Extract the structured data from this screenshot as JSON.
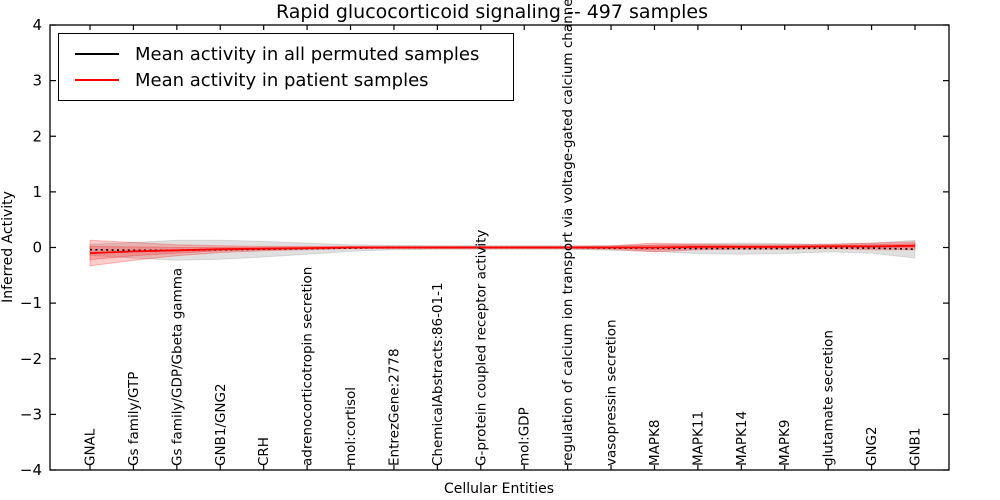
{
  "chart_data": {
    "type": "line",
    "title": "Rapid glucocorticoid signaling -- 497 samples",
    "xlabel": "Cellular Entities",
    "ylabel": "Inferred Activity",
    "ylim": [
      -4,
      4
    ],
    "yticks": [
      -4,
      -3,
      -2,
      -1,
      0,
      1,
      2,
      3,
      4
    ],
    "grid": false,
    "legend_position": "upper left",
    "band_note": "shaded bands show spread around each mean line",
    "categories": [
      "GNAL",
      "Gs family/GTP",
      "Gs family/GDP/Gbeta gamma",
      "GNB1/GNG2",
      "CRH",
      "adrenocorticotropin secretion",
      "mol:cortisol",
      "EntrezGene:2778",
      "ChemicalAbstracts:86-01-1",
      "G-protein coupled receptor activity",
      "mol:GDP",
      "regulation of calcium ion transport via voltage-gated calcium channel",
      "vasopressin secretion",
      "MAPK8",
      "MAPK11",
      "MAPK14",
      "MAPK9",
      "glutamate secretion",
      "GNG2",
      "GNB1"
    ],
    "series": [
      {
        "name": "Mean activity in all permuted samples",
        "color": "#000000",
        "linestyle": "dotted",
        "mean": [
          -0.04,
          -0.05,
          -0.05,
          -0.04,
          -0.03,
          -0.02,
          -0.01,
          0,
          0,
          0,
          0,
          0,
          -0.01,
          -0.01,
          -0.02,
          -0.02,
          -0.02,
          -0.01,
          -0.01,
          -0.03
        ],
        "std": [
          0.1,
          0.14,
          0.18,
          0.17,
          0.14,
          0.1,
          0.06,
          0.04,
          0.03,
          0.03,
          0.03,
          0.03,
          0.04,
          0.06,
          0.09,
          0.1,
          0.09,
          0.07,
          0.09,
          0.16
        ]
      },
      {
        "name": "Mean activity in patient samples",
        "color": "#ff0000",
        "linestyle": "solid",
        "mean": [
          -0.1,
          -0.07,
          -0.05,
          -0.03,
          -0.02,
          -0.01,
          0,
          0,
          0,
          0,
          0,
          0,
          0,
          0,
          0.01,
          0.01,
          0.01,
          0.02,
          0.02,
          0.03
        ],
        "std": [
          0.23,
          0.16,
          0.1,
          0.06,
          0.04,
          0.03,
          0.02,
          0.02,
          0.02,
          0.02,
          0.02,
          0.02,
          0.03,
          0.08,
          0.05,
          0.04,
          0.04,
          0.04,
          0.06,
          0.07
        ],
        "inner_band": [
          0.12,
          0.08,
          0.05,
          0.03,
          0.02,
          0.015,
          0.01,
          0.01,
          0.01,
          0.01,
          0.01,
          0.01,
          0.015,
          0.04,
          0.03,
          0.02,
          0.02,
          0.02,
          0.03,
          0.035
        ]
      }
    ]
  }
}
